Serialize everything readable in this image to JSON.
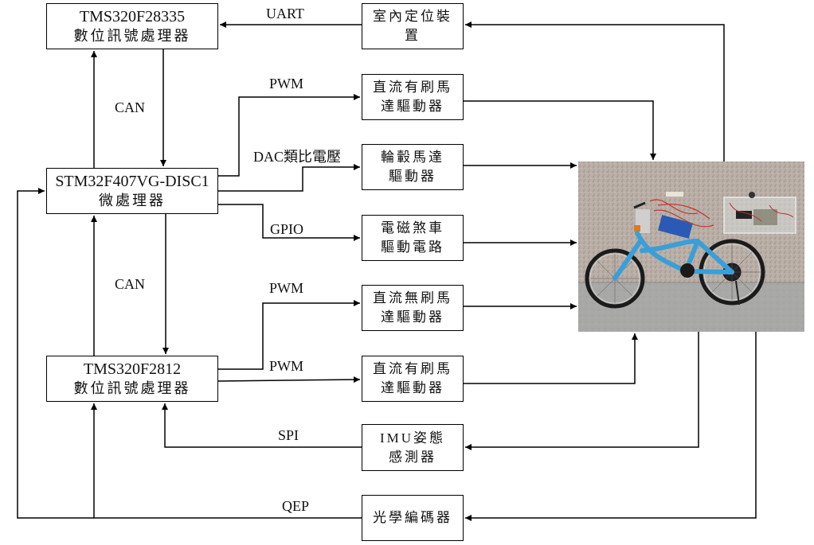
{
  "diagram": {
    "title": "Bicycle control system block diagram",
    "processors": {
      "tms28335": {
        "line1": "TMS320F28335",
        "line2": "數位訊號處理器"
      },
      "stm32": {
        "line1": "STM32F407VG-DISC1",
        "line2": "微處理器"
      },
      "tms2812": {
        "line1": "TMS320F2812",
        "line2": "數位訊號處理器"
      }
    },
    "modules": {
      "indoor_positioning": {
        "line1": "室內定位裝",
        "line2": "置"
      },
      "dc_brushed_1": {
        "line1": "直流有刷馬",
        "line2": "達驅動器"
      },
      "hub_motor": {
        "line1": "輪轂馬達",
        "line2": "驅動器"
      },
      "em_brake": {
        "line1": "電磁煞車",
        "line2": "驅動電路"
      },
      "dc_brushless": {
        "line1": "直流無刷馬",
        "line2": "達驅動器"
      },
      "dc_brushed_2": {
        "line1": "直流有刷馬",
        "line2": "達驅動器"
      },
      "imu": {
        "line1": "IMU姿態",
        "line2": "感測器"
      },
      "encoder": {
        "line1": "光學編碼器",
        "line2": ""
      }
    },
    "labels": {
      "uart": "UART",
      "can_top": "CAN",
      "can_bottom": "CAN",
      "pwm_1": "PWM",
      "dac": "DAC類比電壓",
      "gpio": "GPIO",
      "pwm_2": "PWM",
      "pwm_3": "PWM",
      "spi": "SPI",
      "qep": "QEP"
    },
    "photo": {
      "subject": "blue bicycle with electronics"
    },
    "colors": {
      "line": "#000000",
      "box_border": "#000000",
      "bike_frame": "#3a9fd8",
      "wall": "#b8aea6",
      "floor": "#a9a9a7"
    }
  }
}
